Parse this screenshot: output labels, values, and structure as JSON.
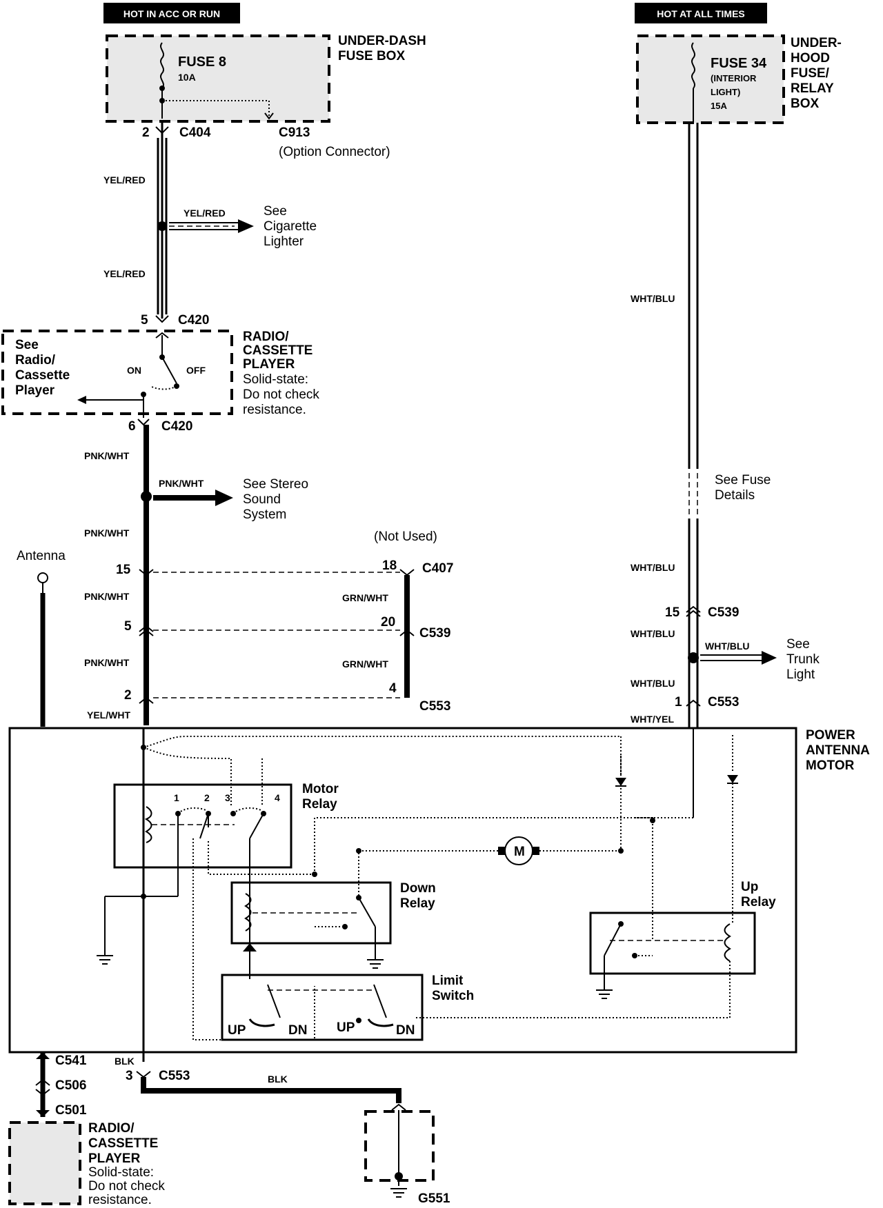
{
  "headers": {
    "left": "HOT IN ACC OR RUN",
    "right": "HOT AT ALL TIMES"
  },
  "fuse_left": {
    "name": "FUSE 8",
    "rating": "10A",
    "box": [
      "UNDER-DASH",
      "FUSE BOX"
    ]
  },
  "fuse_right": {
    "name": "FUSE 34",
    "sub": [
      "(INTERIOR",
      "LIGHT)"
    ],
    "rating": "15A",
    "box": [
      "UNDER-",
      "HOOD",
      "FUSE/",
      "RELAY",
      "BOX"
    ]
  },
  "connectors": {
    "c404_pin": "2",
    "c404": "C404",
    "c913": "C913",
    "c913_note": "(Option Connector)",
    "c420_top_pin": "5",
    "c420_top": "C420",
    "c420_bot_pin": "6",
    "c420_bot": "C420",
    "c407_pin_l": "15",
    "c407_pin_r": "18",
    "c407": "C407",
    "not_used": "(Not Used)",
    "c539_pin_l": "5",
    "c539_pin_r": "20",
    "c539": "C539",
    "c553_pin_l": "2",
    "c553_pin_r": "4",
    "c553": "C553",
    "c539_right_pin": "15",
    "c539_right": "C539",
    "c553_right_pin": "1",
    "c553_right": "C553",
    "c553_bot_pin": "3",
    "c553_bot": "C553",
    "c541": "C541",
    "c506": "C506",
    "c501": "C501",
    "g551": "G551"
  },
  "wires": {
    "yel_red_1": "YEL/RED",
    "yel_red_2": "YEL/RED",
    "yel_red_3": "YEL/RED",
    "pnk_wht_1": "PNK/WHT",
    "pnk_wht_2": "PNK/WHT",
    "pnk_wht_3": "PNK/WHT",
    "pnk_wht_4": "PNK/WHT",
    "pnk_wht_5": "PNK/WHT",
    "grn_wht_1": "GRN/WHT",
    "grn_wht_2": "GRN/WHT",
    "yel_wht": "YEL/WHT",
    "wht_blu_1": "WHT/BLU",
    "wht_blu_2": "WHT/BLU",
    "wht_blu_3": "WHT/BLU",
    "wht_blu_4": "WHT/BLU",
    "wht_blu_5": "WHT/BLU",
    "wht_yel": "WHT/YEL",
    "blk_1": "BLK",
    "blk_2": "BLK"
  },
  "refs": {
    "cig": [
      "See",
      "Cigarette",
      "Lighter"
    ],
    "stereo": [
      "See Stereo",
      "Sound",
      "System"
    ],
    "fuse_details": [
      "See Fuse",
      "Details"
    ],
    "trunk": [
      "See",
      "Trunk",
      "Light"
    ],
    "radio_left": [
      "See",
      "Radio/",
      "Cassette",
      "Player"
    ]
  },
  "radio": {
    "title": [
      "RADIO/",
      "CASSETTE",
      "PLAYER"
    ],
    "note": [
      "Solid-state:",
      "Do not check",
      "resistance."
    ],
    "on": "ON",
    "off": "OFF"
  },
  "radio_bottom": {
    "title": [
      "RADIO/",
      "CASSETTE",
      "PLAYER"
    ],
    "note": [
      "Solid-state:",
      "Do not check",
      "resistance."
    ]
  },
  "motor_assembly": {
    "title": [
      "POWER",
      "ANTENNA",
      "MOTOR"
    ],
    "antenna": "Antenna",
    "motor_relay": [
      "Motor",
      "Relay"
    ],
    "relay_pins": [
      "1",
      "2",
      "3",
      "4"
    ],
    "down_relay": [
      "Down",
      "Relay"
    ],
    "up_relay": [
      "Up",
      "Relay"
    ],
    "limit_switch": [
      "Limit",
      "Switch"
    ],
    "up": "UP",
    "dn": "DN",
    "motor": "M"
  }
}
